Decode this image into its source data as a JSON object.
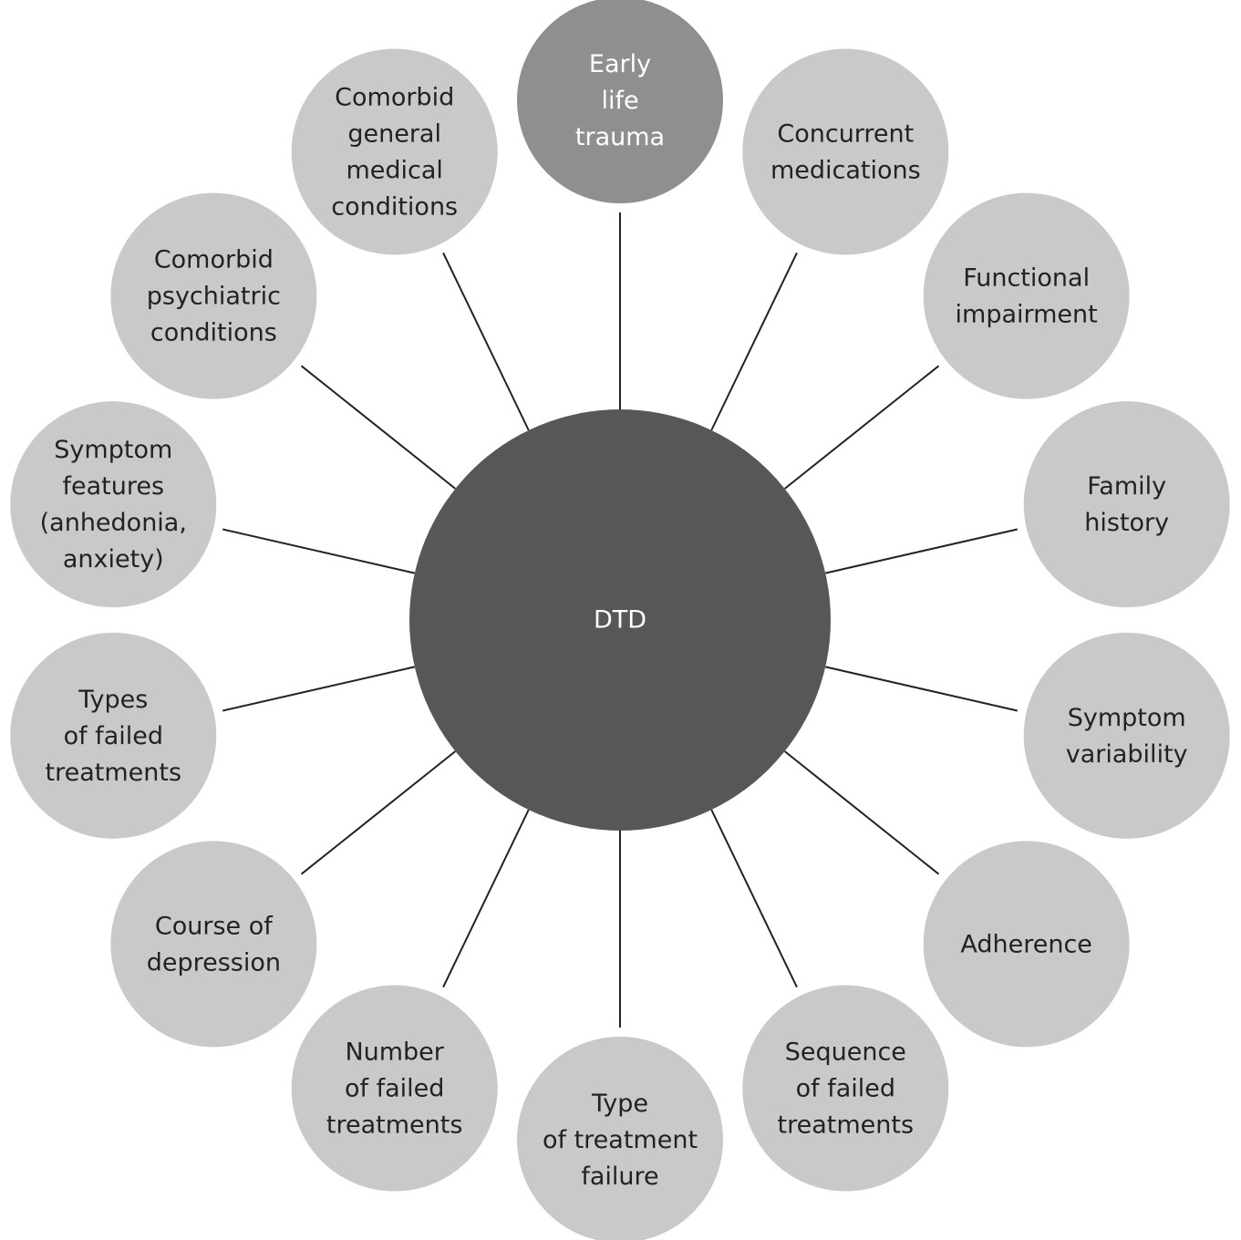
{
  "center": {
    "label": "DTD",
    "color": "#575757",
    "text_color": "#ffffff"
  },
  "node_colors": {
    "default_fill": "#c9c9c9",
    "highlight_fill": "#8f8f8f",
    "default_text": "#222222",
    "highlight_text": "#ffffff"
  },
  "nodes": [
    {
      "id": "early-life-trauma",
      "lines": [
        "Early",
        "life",
        "trauma"
      ],
      "highlight": true
    },
    {
      "id": "concurrent-medications",
      "lines": [
        "Concurrent",
        "medications"
      ],
      "highlight": false
    },
    {
      "id": "functional-impairment",
      "lines": [
        "Functional",
        "impairment"
      ],
      "highlight": false
    },
    {
      "id": "family-history",
      "lines": [
        "Family",
        "history"
      ],
      "highlight": false
    },
    {
      "id": "symptom-variability",
      "lines": [
        "Symptom",
        "variability"
      ],
      "highlight": false
    },
    {
      "id": "adherence",
      "lines": [
        "Adherence"
      ],
      "highlight": false
    },
    {
      "id": "sequence-of-failed-treatments",
      "lines": [
        "Sequence",
        "of failed",
        "treatments"
      ],
      "highlight": false
    },
    {
      "id": "type-of-treatment-failure",
      "lines": [
        "Type",
        "of treatment",
        "failure"
      ],
      "highlight": false
    },
    {
      "id": "number-of-failed-treatments",
      "lines": [
        "Number",
        "of failed",
        "treatments"
      ],
      "highlight": false
    },
    {
      "id": "course-of-depression",
      "lines": [
        "Course of",
        "depression"
      ],
      "highlight": false
    },
    {
      "id": "types-of-failed-treatments",
      "lines": [
        "Types",
        "of failed",
        "treatments"
      ],
      "highlight": false
    },
    {
      "id": "symptom-features",
      "lines": [
        "Symptom",
        "features",
        "(anhedonia,",
        "anxiety)"
      ],
      "highlight": false
    },
    {
      "id": "comorbid-psychiatric-conditions",
      "lines": [
        "Comorbid",
        "psychiatric",
        "conditions"
      ],
      "highlight": false
    },
    {
      "id": "comorbid-general-medical-conditions",
      "lines": [
        "Comorbid",
        "general",
        "medical",
        "conditions"
      ],
      "highlight": false
    }
  ]
}
